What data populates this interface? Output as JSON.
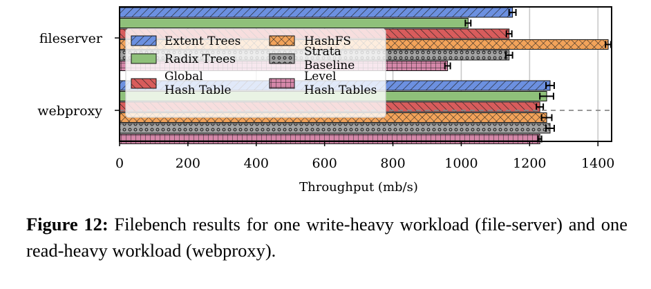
{
  "chart_data": {
    "type": "bar",
    "orientation": "horizontal",
    "categories": [
      "fileserver",
      "webproxy"
    ],
    "series": [
      {
        "name": "Extent Trees",
        "color": "#6c90e0",
        "hatch": "diagonal",
        "values": [
          1150,
          1260
        ],
        "err": [
          10,
          12
        ]
      },
      {
        "name": "Radix Trees",
        "color": "#8fc07a",
        "hatch": "none",
        "values": [
          1020,
          1250
        ],
        "err": [
          8,
          20
        ]
      },
      {
        "name": "Global Hash Table",
        "color": "#d85c5c",
        "hatch": "backdiagonal",
        "values": [
          1140,
          1230
        ],
        "err": [
          8,
          10
        ]
      },
      {
        "name": "HashFS",
        "color": "#f2a35a",
        "hatch": "crosshatch",
        "values": [
          1430,
          1250
        ],
        "err": [
          8,
          15
        ]
      },
      {
        "name": "Strata Baseline",
        "color": "#a3a3a3",
        "hatch": "dots",
        "values": [
          1140,
          1260
        ],
        "err": [
          10,
          12
        ]
      },
      {
        "name": "Level Hash Tables",
        "color": "#d587a9",
        "hatch": "grid",
        "values": [
          960,
          1230
        ],
        "err": [
          8,
          5
        ]
      }
    ],
    "xlim": [
      0,
      1440
    ],
    "xticks": [
      0,
      200,
      400,
      600,
      800,
      1000,
      1200,
      1400
    ],
    "xlabel": "Throughput (mb/s)",
    "ylabel": "",
    "grid": "vertical",
    "legend": "upper-left, 2 columns",
    "reference_line": {
      "category": "webproxy",
      "style": "dashed",
      "color": "#8a8a8a"
    }
  },
  "legend_entries": [
    {
      "lines": [
        "Extent Trees"
      ]
    },
    {
      "lines": [
        "Radix Trees"
      ]
    },
    {
      "lines": [
        "Global",
        "Hash Table"
      ]
    },
    {
      "lines": [
        "HashFS"
      ]
    },
    {
      "lines": [
        "Strata",
        "Baseline"
      ]
    },
    {
      "lines": [
        "Level",
        "Hash Tables"
      ]
    }
  ],
  "caption": {
    "label": "Figure 12:",
    "text": " Filebench results for one write-heavy workload (file-server) and one read-heavy workload (webproxy)."
  }
}
